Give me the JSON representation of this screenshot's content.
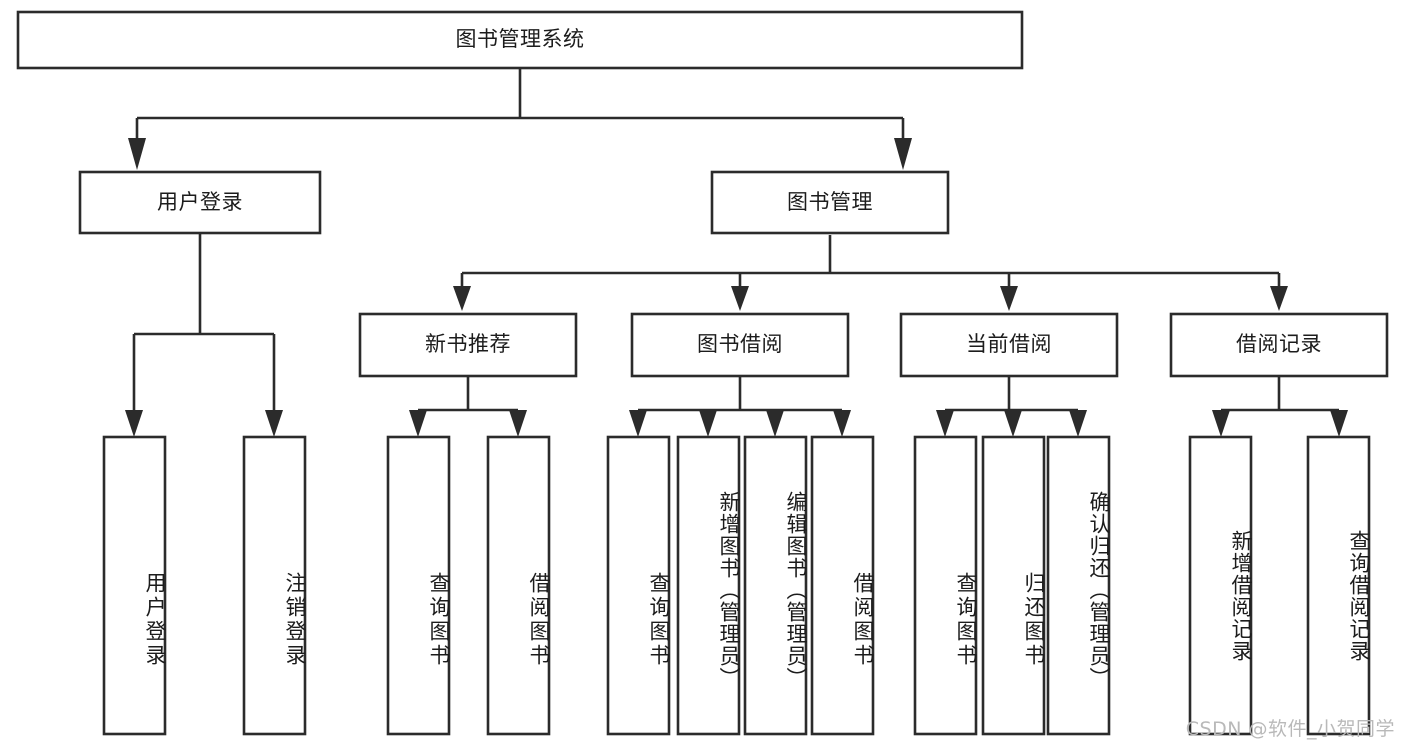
{
  "diagram": {
    "type": "tree-hierarchy",
    "title": "图书管理系统",
    "orientation": "top-down",
    "watermark": "CSDN @软件_小贺同学",
    "colors": {
      "stroke": "#2b2b2b",
      "fill": "#ffffff",
      "text": "#1c1c1c",
      "watermark": "#b9b9b9"
    },
    "nodes": {
      "root": {
        "label": "图书管理系统",
        "level": 0
      },
      "user_login": {
        "label": "用户登录",
        "level": 1
      },
      "book_manage": {
        "label": "图书管理",
        "level": 1
      },
      "new_book_rec": {
        "label": "新书推荐",
        "level": 2
      },
      "book_borrow": {
        "label": "图书借阅",
        "level": 2
      },
      "current_borrow": {
        "label": "当前借阅",
        "level": 2
      },
      "borrow_record": {
        "label": "借阅记录",
        "level": 2
      },
      "leaf_user_login": {
        "label": "用户登录",
        "level": 3
      },
      "leaf_logout": {
        "label": "注销登录",
        "level": 3
      },
      "leaf_query_book_1": {
        "label": "查询图书",
        "level": 3
      },
      "leaf_borrow_book_1": {
        "label": "借阅图书",
        "level": 3
      },
      "leaf_query_book_2": {
        "label": "查询图书",
        "level": 3
      },
      "leaf_add_book": {
        "label": "新增图书（管理员）",
        "level": 3
      },
      "leaf_edit_book": {
        "label": "编辑图书（管理员）",
        "level": 3
      },
      "leaf_borrow_book_2": {
        "label": "借阅图书",
        "level": 3
      },
      "leaf_query_book_3": {
        "label": "查询图书",
        "level": 3
      },
      "leaf_return_book": {
        "label": "归还图书",
        "level": 3
      },
      "leaf_confirm_return": {
        "label": "确认归还（管理员）",
        "level": 3
      },
      "leaf_add_record": {
        "label": "新增借阅记录",
        "level": 3
      },
      "leaf_query_record": {
        "label": "查询借阅记录",
        "level": 3
      }
    },
    "edges": [
      {
        "from": "root",
        "to": "user_login"
      },
      {
        "from": "root",
        "to": "book_manage"
      },
      {
        "from": "book_manage",
        "to": "new_book_rec"
      },
      {
        "from": "book_manage",
        "to": "book_borrow"
      },
      {
        "from": "book_manage",
        "to": "current_borrow"
      },
      {
        "from": "book_manage",
        "to": "borrow_record"
      },
      {
        "from": "user_login",
        "to": "leaf_user_login"
      },
      {
        "from": "user_login",
        "to": "leaf_logout"
      },
      {
        "from": "new_book_rec",
        "to": "leaf_query_book_1"
      },
      {
        "from": "new_book_rec",
        "to": "leaf_borrow_book_1"
      },
      {
        "from": "book_borrow",
        "to": "leaf_query_book_2"
      },
      {
        "from": "book_borrow",
        "to": "leaf_add_book"
      },
      {
        "from": "book_borrow",
        "to": "leaf_edit_book"
      },
      {
        "from": "book_borrow",
        "to": "leaf_borrow_book_2"
      },
      {
        "from": "current_borrow",
        "to": "leaf_query_book_3"
      },
      {
        "from": "current_borrow",
        "to": "leaf_return_book"
      },
      {
        "from": "current_borrow",
        "to": "leaf_confirm_return"
      },
      {
        "from": "borrow_record",
        "to": "leaf_add_record"
      },
      {
        "from": "borrow_record",
        "to": "leaf_query_record"
      }
    ]
  }
}
